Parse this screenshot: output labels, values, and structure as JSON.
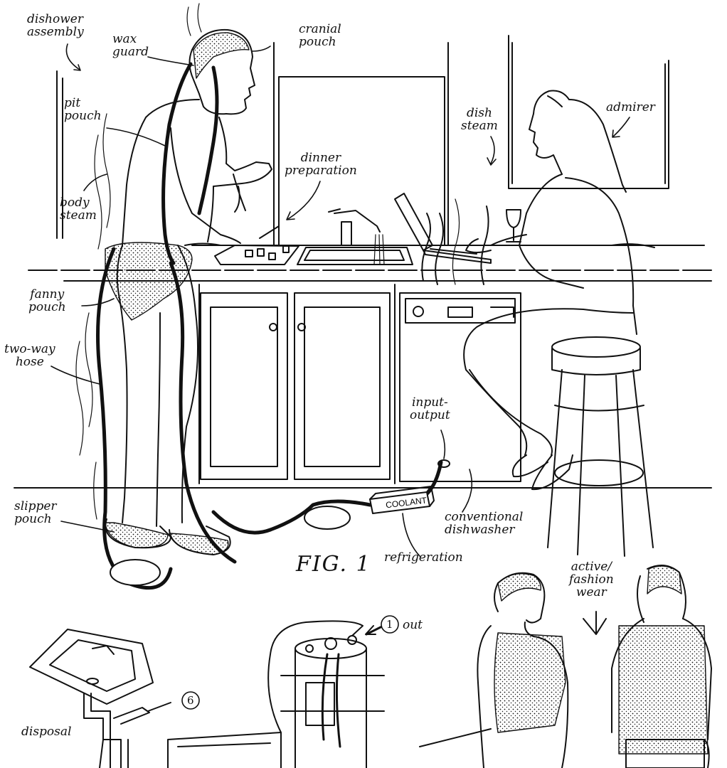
{
  "labels": {
    "dishower_assembly": "dishower\nassembly",
    "wax_guard": "wax\nguard",
    "cranial_pouch": "cranial\npouch",
    "pit_pouch": "pit\npouch",
    "body_steam": "body\nsteam",
    "dinner_preparation": "dinner\npreparation",
    "dish_steam": "dish\nsteam",
    "admirer": "admirer",
    "fanny_pouch": "fanny\npouch",
    "two_way_hose": "two-way\nhose",
    "input_output": "input-\noutput",
    "slipper_pouch": "slipper\npouch",
    "conventional_dishwasher": "conventional\ndishwasher",
    "refrigeration": "refrigeration",
    "coolant": "COOLANT",
    "fig1": "FIG. 1",
    "active_fashion_wear": "active/\nfashion\nwear",
    "out_number": "1",
    "out": "out",
    "six": "6",
    "disposal": "disposal"
  },
  "colors": {
    "ink": "#111111",
    "paper": "#ffffff"
  }
}
